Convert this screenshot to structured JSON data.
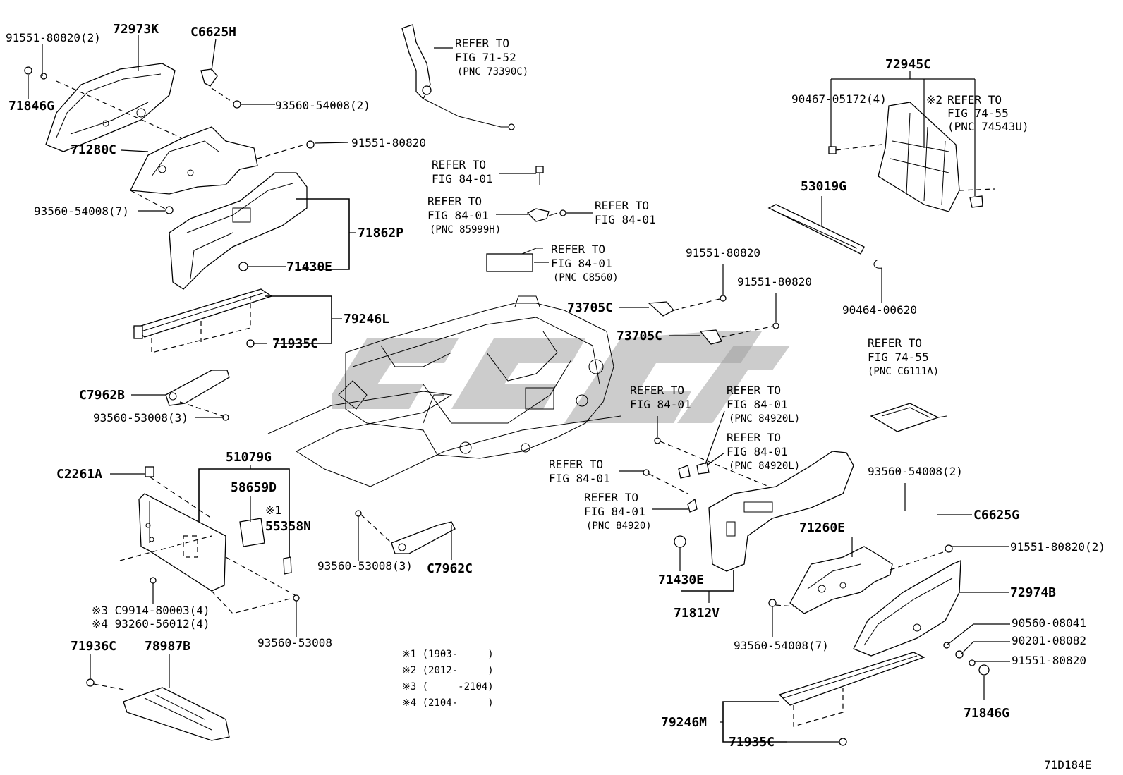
{
  "diagram_code": "71D184E",
  "parts": {
    "p91551_80820_2_top": "91551-80820(2)",
    "p72973K": "72973K",
    "pC6625H": "C6625H",
    "p71846G_top": "71846G",
    "p93560_54008_2_top": "93560-54008(2)",
    "p71280C": "71280C",
    "p91551_80820_a": "91551-80820",
    "p93560_54008_7_top": "93560-54008(7)",
    "p71862P": "71862P",
    "p71430E_top": "71430E",
    "p79246L": "79246L",
    "p71935C_top": "71935C",
    "pC7962B": "C7962B",
    "p93560_53008_3_left": "93560-53008(3)",
    "pC2261A": "C2261A",
    "p51079G": "51079G",
    "p58659D": "58659D",
    "p55358N_mark": "※1",
    "p55358N": "55358N",
    "pC9914": "※3 C9914-80003(4)",
    "p93260": "※4 93260-56012(4)",
    "p93560_53008": "93560-53008",
    "p71936C": "71936C",
    "p78987B": "78987B",
    "p93560_53008_3_mid": "93560-53008(3)",
    "pC7962C": "C7962C",
    "p72945C": "72945C",
    "p90467": "90467-05172(4)",
    "p53019G": "53019G",
    "p90464": "90464-00620",
    "p91551_80820_b": "91551-80820",
    "p91551_80820_c": "91551-80820",
    "p73705C_1": "73705C",
    "p73705C_2": "73705C",
    "p93560_54008_2_right": "93560-54008(2)",
    "pC6625G": "C6625G",
    "p71260E": "71260E",
    "p91551_80820_2_right": "91551-80820(2)",
    "p72974B": "72974B",
    "p90560": "90560-08041",
    "p90201": "90201-08082",
    "p91551_80820_d": "91551-80820",
    "p71846G_bottom": "71846G",
    "p71430E_bottom": "71430E",
    "p71812V": "71812V",
    "p93560_54008_7_bottom": "93560-54008(7)",
    "p79246M": "79246M",
    "p71935C_bottom": "71935C"
  },
  "refs": {
    "r1_l1": "REFER TO",
    "r1_l2": "FIG 71-52",
    "r1_l3": "(PNC 73390C)",
    "r2_l1": "REFER TO",
    "r2_l2": "FIG 84-01",
    "r3_l1": "REFER TO",
    "r3_l2": "FIG 84-01",
    "r3_l3": "(PNC 85999H)",
    "r4_l1": "REFER TO",
    "r4_l2": "FIG 84-01",
    "r5_l1": "REFER TO",
    "r5_l2": "FIG 84-01",
    "r5_l3": "(PNC C8560)",
    "r6_mark": "※2",
    "r6_l1": "REFER TO",
    "r6_l2": "FIG 74-55",
    "r6_l3": "(PNC 74543U)",
    "r7_l1": "REFER TO",
    "r7_l2": "FIG 74-55",
    "r7_l3": "(PNC C6111A)",
    "r8_l1": "REFER TO",
    "r8_l2": "FIG 84-01",
    "r9_l1": "REFER TO",
    "r9_l2": "FIG 84-01",
    "r9_l3": "(PNC 84920L)",
    "r10_l1": "REFER TO",
    "r10_l2": "FIG 84-01",
    "r10_l3": "(PNC 84920L)",
    "r11_l1": "REFER TO",
    "r11_l2": "FIG 84-01",
    "r12_l1": "REFER TO",
    "r12_l2": "FIG 84-01",
    "r12_l3": "(PNC 84920)"
  },
  "notes": {
    "n1": "※1 (1903-     )",
    "n2": "※2 (2012-     )",
    "n3": "※3 (     -2104)",
    "n4": "※4 (2104-     )"
  }
}
